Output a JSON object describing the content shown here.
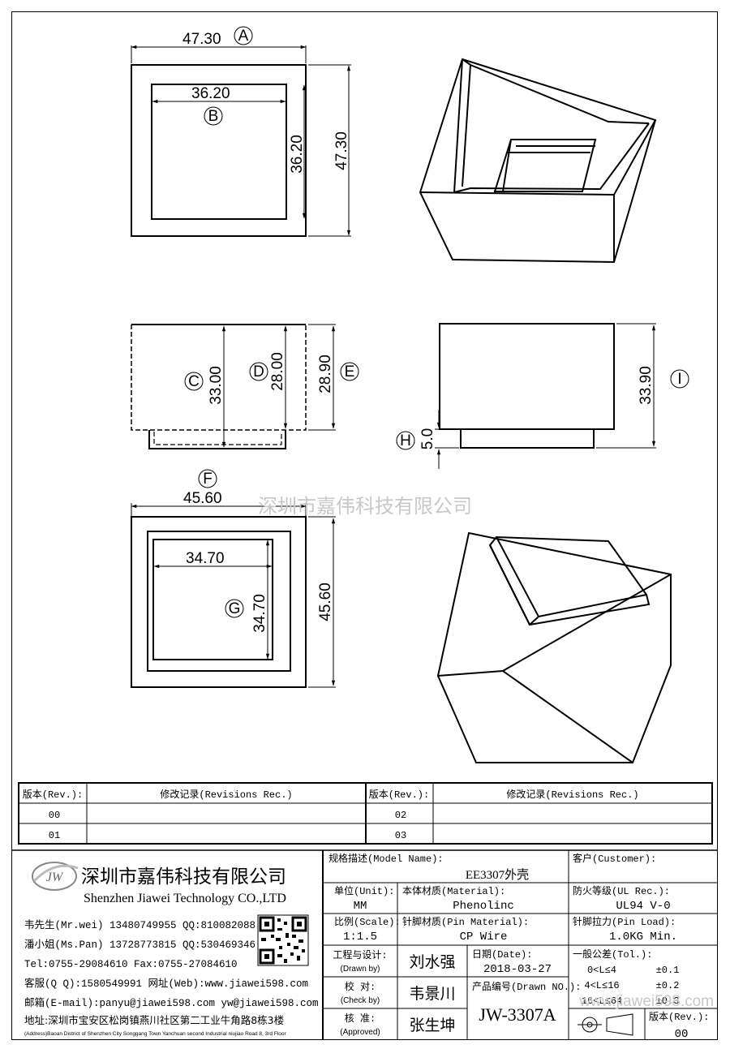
{
  "dimensions": {
    "A": {
      "tag": "A",
      "value": "47.30"
    },
    "A_height": "47.30",
    "B": {
      "tag": "B",
      "value": "36.20"
    },
    "B_height": "36.20",
    "C": {
      "tag": "C",
      "value": "33.00"
    },
    "D": {
      "tag": "D",
      "value": "28.00"
    },
    "E": {
      "tag": "E",
      "value": "28.90"
    },
    "F": {
      "tag": "F",
      "value": "45.60"
    },
    "F_height": "45.60",
    "G": {
      "tag": "G",
      "value": "34.70"
    },
    "G_height": "34.70",
    "H": {
      "tag": "H",
      "value": "5.0"
    },
    "I": {
      "tag": "I",
      "value": "33.90"
    }
  },
  "watermark_center": "深圳市嘉伟科技有限公司",
  "watermark_url": "www.jiawei598.com",
  "revisions": {
    "rev_header": "版本(Rev.):",
    "rec_header": "修改记录(Revisions Rec.)",
    "rows": [
      {
        "left": "00",
        "right": "02"
      },
      {
        "left": "01",
        "right": "03"
      }
    ]
  },
  "company": {
    "logo": "JW",
    "name_cn": "深圳市嘉伟科技有限公司",
    "name_en": "Shenzhen Jiawei Technology CO.,LTD",
    "contacts": [
      "韦先生(Mr.wei) 13480749955 QQ:810082088",
      "潘小姐(Ms.Pan) 13728773815 QQ:530469346",
      "Tel:0755-29084610      Fax:0755-27084610",
      "客服(Q Q):1580549991   网址(Web):www.jiawei598.com",
      "邮箱(E-mail):panyu@jiawei598.com  yw@jiawei598.com"
    ],
    "address_cn": "地址:深圳市宝安区松岗镇燕川社区第二工业牛角路8栋3楼",
    "address_en": "(Address)Baoan District of Shenzhen City Songgang Town Yanchuan  second Industrial niujiao Road 8, 3rd Floor"
  },
  "titleblock": {
    "model_label": "规格描述(Model Name):",
    "model": "EE3307外壳",
    "customer_label": "客户(Customer):",
    "unit_label": "单位(Unit):",
    "unit": "MM",
    "material_label": "本体材质(Material):",
    "material": "Phenolinc",
    "ul_label": "防火等级(UL Rec.):",
    "ul": "UL94 V-0",
    "scale_label": "比例(Scale):",
    "scale": "1:1.5",
    "pin_material_label": "针脚材质(Pin Material):",
    "pin_material": "CP Wire",
    "pin_load_label": "针脚拉力(Pin Load):",
    "pin_load": "1.0KG Min.",
    "drawn_label": "工程与设计:",
    "drawn_label_en": "(Drawn by)",
    "drawn": "刘水强",
    "date_label": "日期(Date):",
    "date": "2018-03-27",
    "tol_label": "一般公差(Tol.):",
    "tol": [
      {
        "range": "0<L≤4",
        "value": "±0.1"
      },
      {
        "range": "4<L≤16",
        "value": "±0.2"
      },
      {
        "range": "16<L≤64",
        "value": "±0.3"
      }
    ],
    "check_label": "校  对:",
    "check_label_en": "(Check by)",
    "checked": "韦景川",
    "drawing_no_label": "产品编号(Drawn NO.):",
    "drawing_no": "JW-3307A",
    "approve_label": "核  准:",
    "approve_label_en": "(Approved)",
    "approved": "张生坤",
    "rev_label": "版本(Rev.):",
    "rev": "00"
  }
}
